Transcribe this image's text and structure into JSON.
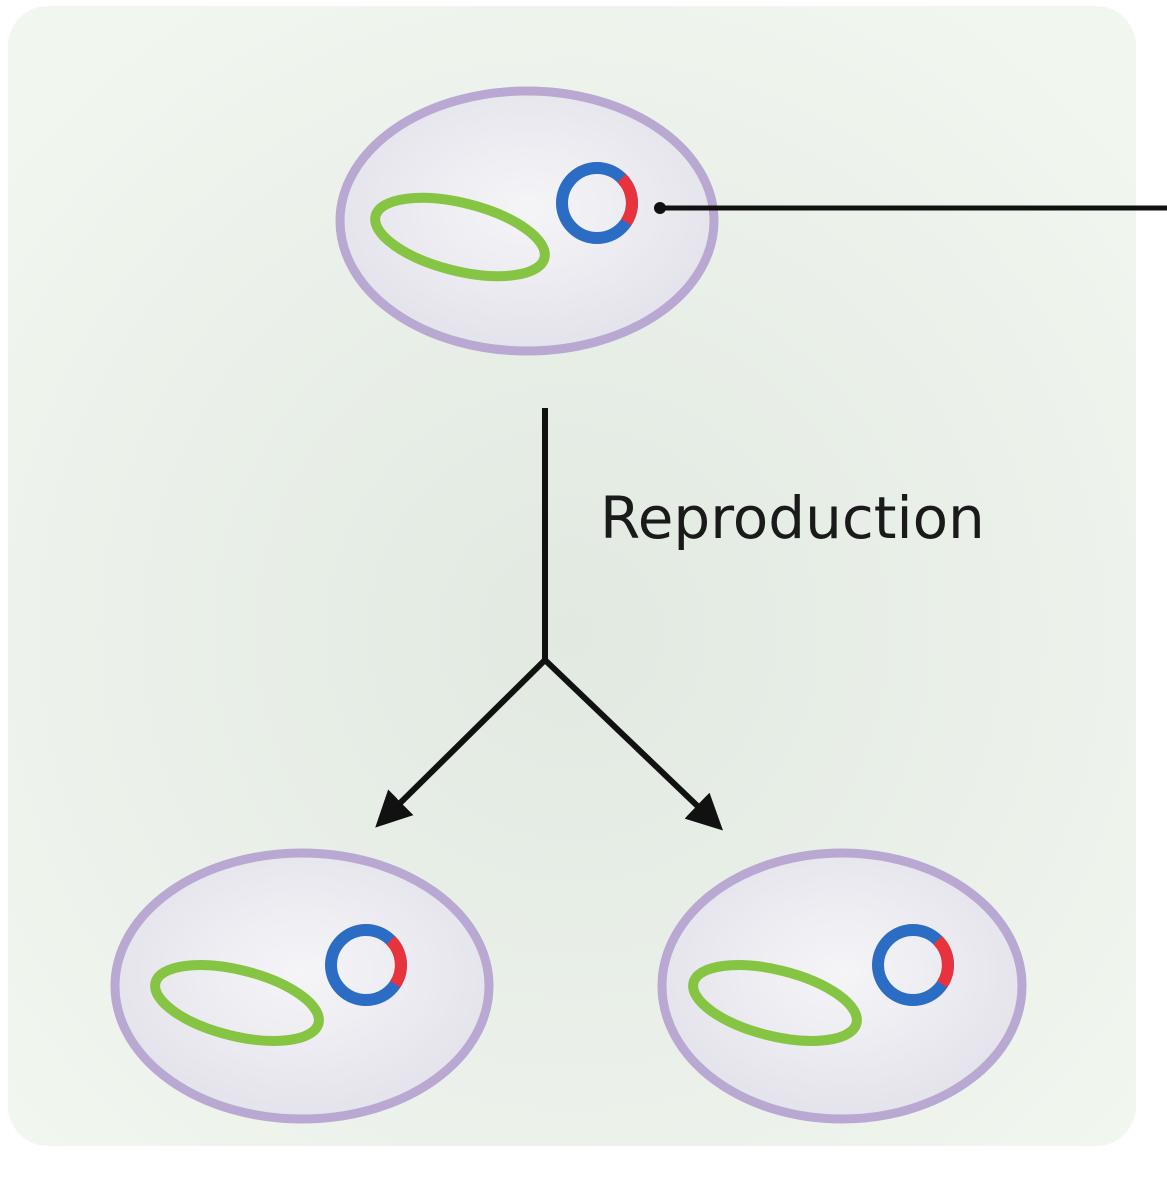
{
  "diagram": {
    "process_label": "Reproduction",
    "parent_cell": {
      "components": [
        "cell-membrane",
        "chromosome",
        "plasmid",
        "plasmid-gene"
      ]
    },
    "daughter_cells": [
      {
        "components": [
          "cell-membrane",
          "chromosome",
          "plasmid",
          "plasmid-gene"
        ]
      },
      {
        "components": [
          "cell-membrane",
          "chromosome",
          "plasmid",
          "plasmid-gene"
        ]
      }
    ]
  },
  "colors": {
    "panel_background": "#eef3ec",
    "panel_center": "#e3ebe3",
    "cell_fill": "#ececf1",
    "cell_membrane": "#b8a8d2",
    "chromosome": "#86c443",
    "plasmid": "#2b6cc4",
    "plasmid_gene": "#e8333c",
    "line": "#111111",
    "label": "#1a1a1a"
  }
}
